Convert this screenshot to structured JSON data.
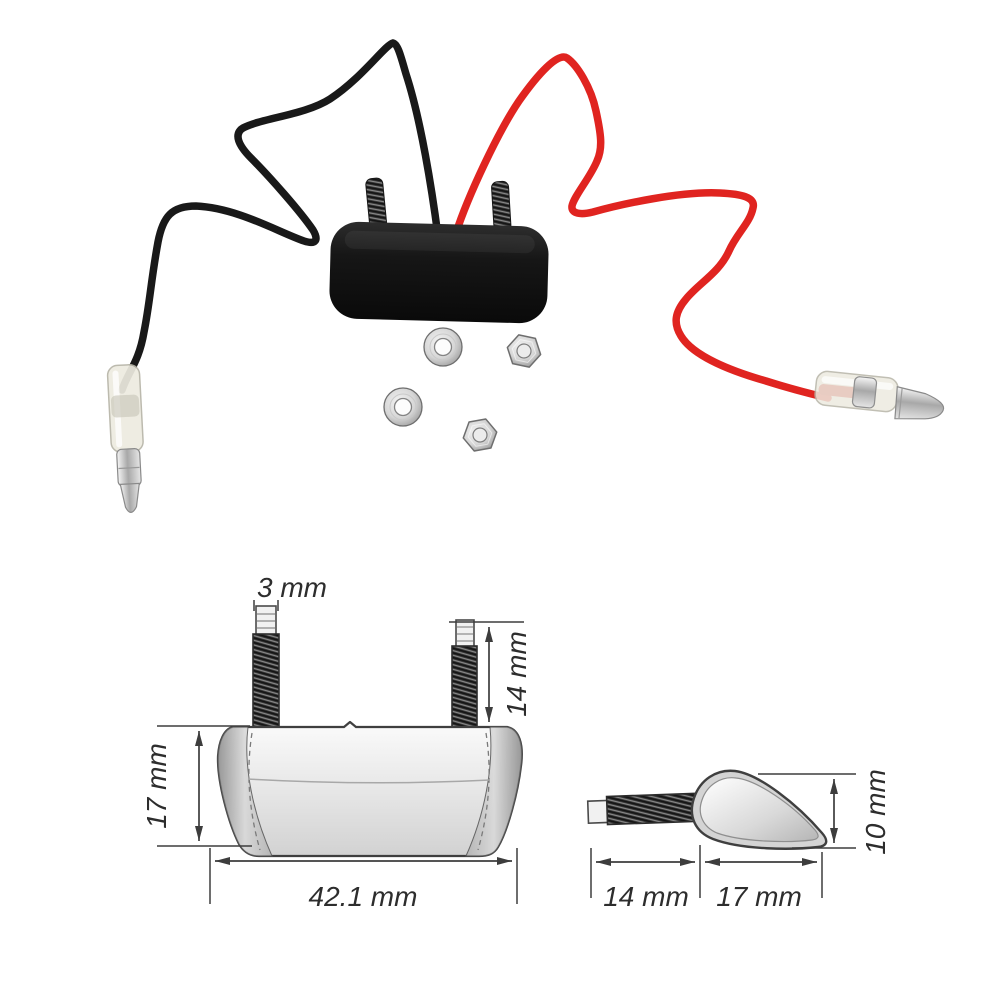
{
  "colors": {
    "background": "#ffffff",
    "black_wire": "#191919",
    "red_wire": "#e02420",
    "unit_body": "#101010",
    "hardware_metal": "#c7c7c7",
    "connector_sleeve": "#edebe0",
    "diagram_lines": "#3d3d3d",
    "diagram_text": "#2d2d2d"
  },
  "front_view": {
    "stud_diameter": "3 mm",
    "stud_length": "14 mm",
    "body_height": "17 mm",
    "body_width": "42.1 mm"
  },
  "side_view": {
    "thread_length": "14 mm",
    "body_depth": "17 mm",
    "body_height": "10 mm"
  }
}
